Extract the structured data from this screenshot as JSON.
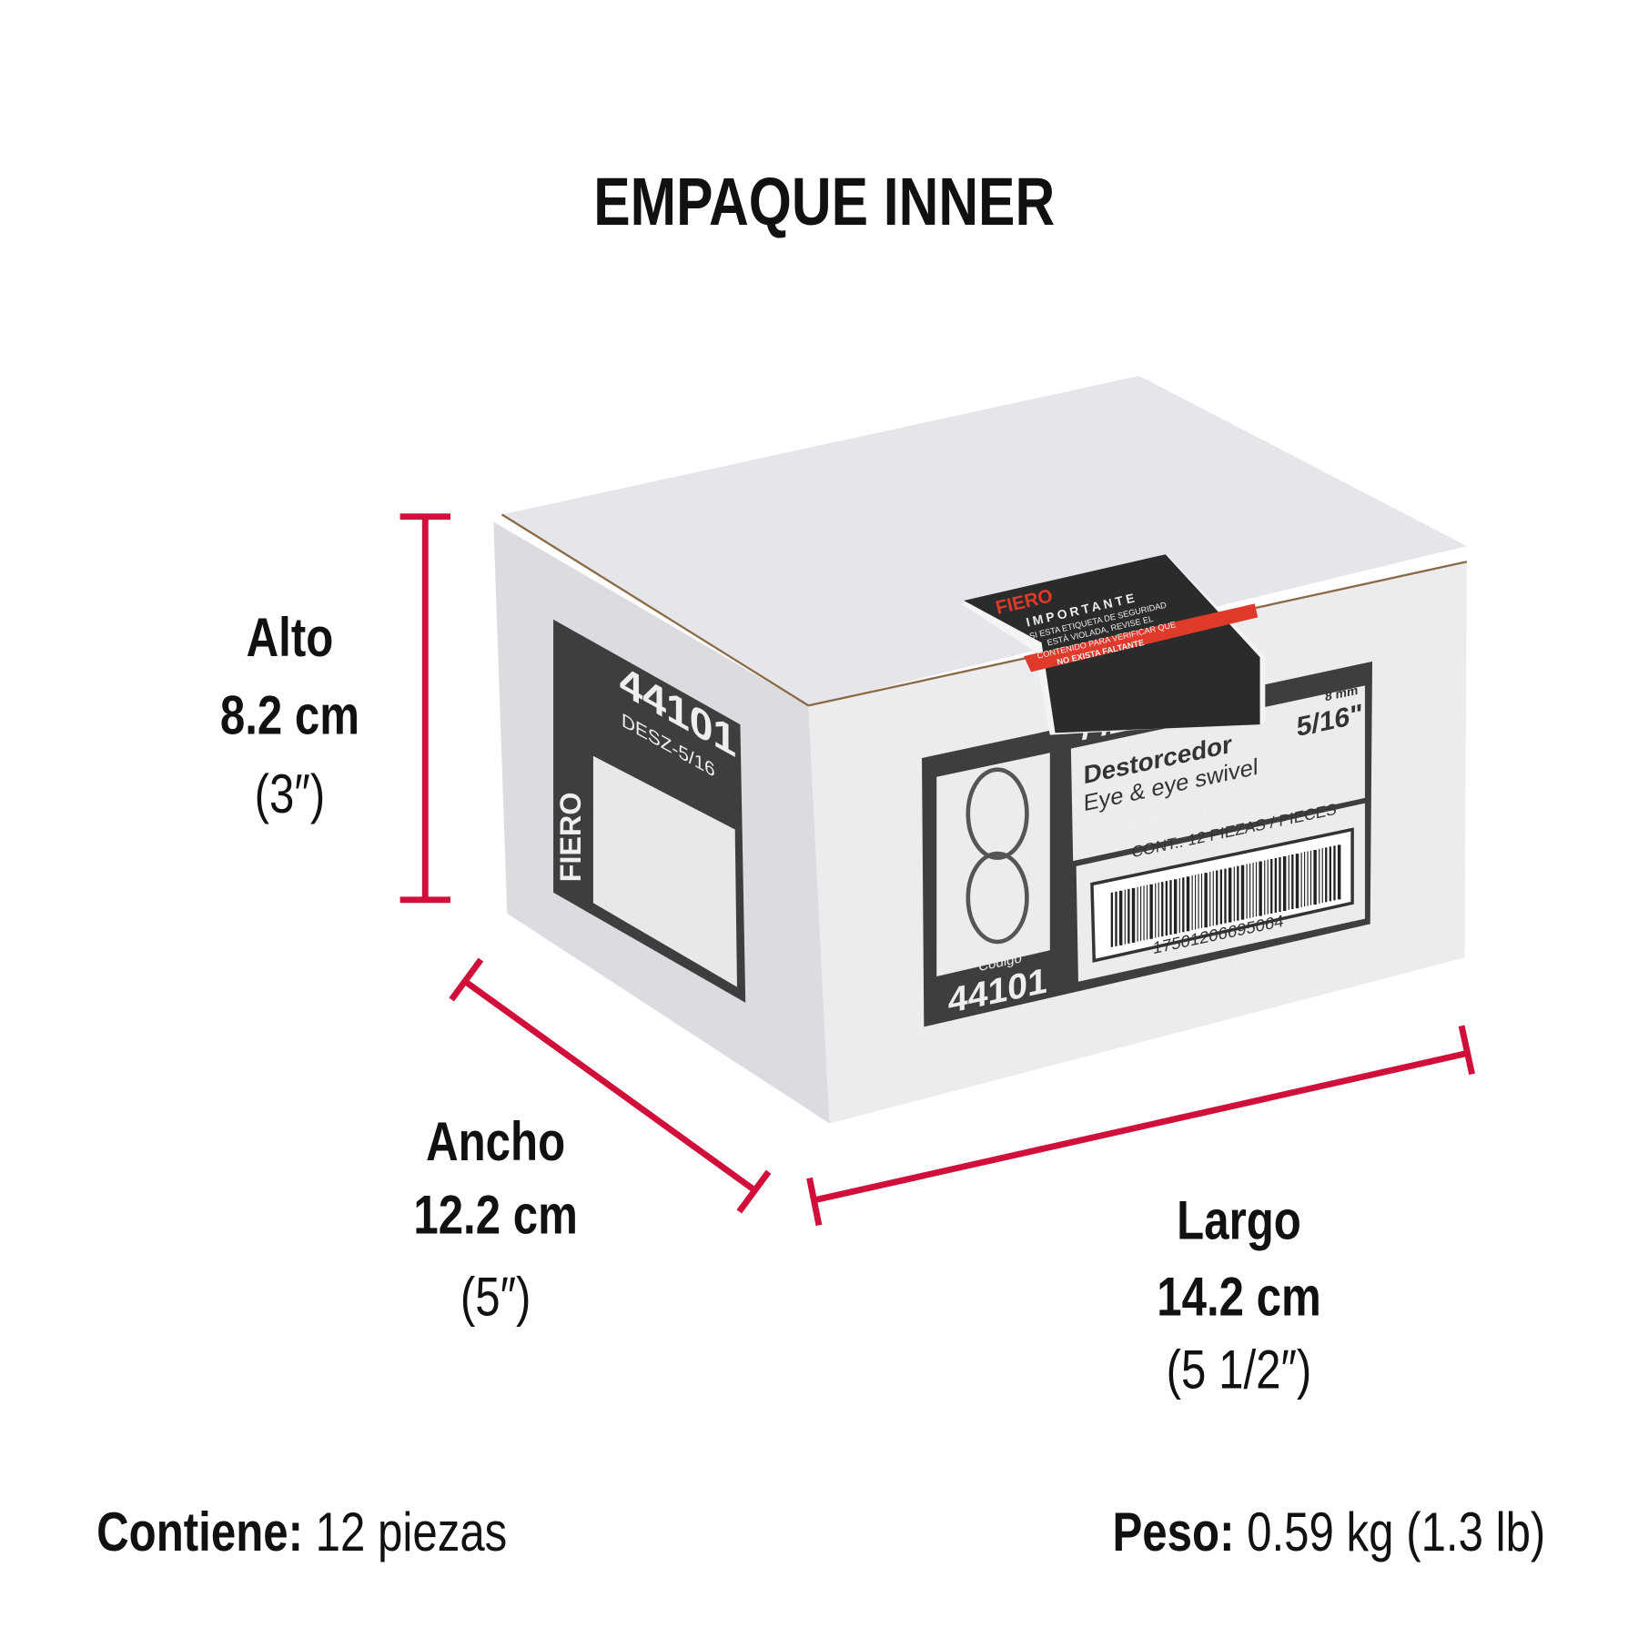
{
  "title": "EMPAQUE INNER",
  "accent_color": "#d0103a",
  "dimensions": {
    "alto": {
      "label": "Alto",
      "metric": "8.2 cm",
      "imperial": "(3″)"
    },
    "ancho": {
      "label": "Ancho",
      "metric": "12.2 cm",
      "imperial": "(5″)"
    },
    "largo": {
      "label": "Largo",
      "metric": "14.2 cm",
      "imperial": "(5 1/2″)"
    }
  },
  "footer": {
    "contains_label": "Contiene:",
    "contains_value": "12 piezas",
    "weight_label": "Peso:",
    "weight_value": "0.59 kg (1.3 lb)"
  },
  "box_label": {
    "brand": "FIERO",
    "product_es": "Destorcedor",
    "product_en": "Eye & eye swivel",
    "size": "5/16\"",
    "size_mm": "8 mm",
    "clave_label": "Clave:",
    "clave": "DESZ-5/16",
    "contents": "CONT.: 12 PIEZAS / PIECES",
    "barcode_number": "17501206695064",
    "codigo_label": "Código",
    "codigo": "44101",
    "side_code": "44101",
    "side_model": "DESZ-5/16"
  },
  "seal_sticker": {
    "brand": "FIERO",
    "heading": "IMPORTANTE",
    "line1": "SI ESTA ETIQUETA DE SEGURIDAD",
    "line2": "ESTÁ VIOLADA, REVISE EL",
    "line3": "CONTENIDO PARA VERIFICAR QUE",
    "line4": "NO EXISTA FALTANTE"
  }
}
